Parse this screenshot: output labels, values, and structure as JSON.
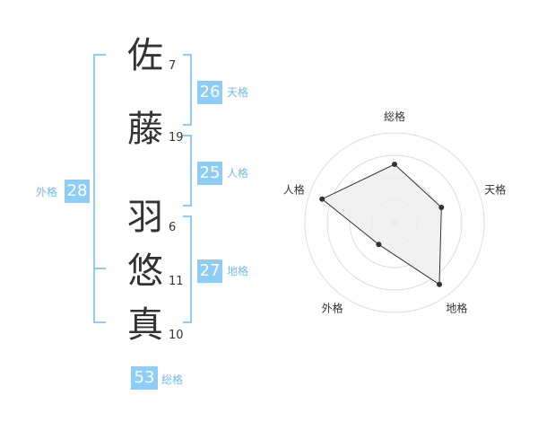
{
  "name": {
    "chars": [
      {
        "char": "佐",
        "strokes": "7"
      },
      {
        "char": "藤",
        "strokes": "19"
      },
      {
        "char": "羽",
        "strokes": "6"
      },
      {
        "char": "悠",
        "strokes": "11"
      },
      {
        "char": "真",
        "strokes": "10"
      }
    ]
  },
  "kakusu": {
    "ten": {
      "value": "26",
      "label": "天格"
    },
    "jin": {
      "value": "25",
      "label": "人格"
    },
    "chi": {
      "value": "27",
      "label": "地格"
    },
    "gai": {
      "value": "28",
      "label": "外格"
    },
    "sou": {
      "value": "53",
      "label": "総格"
    }
  },
  "chart_data": {
    "type": "radar",
    "axes": [
      "総格",
      "天格",
      "地格",
      "外格",
      "人格"
    ],
    "values": [
      0.65,
      0.55,
      0.85,
      0.3,
      0.85
    ],
    "max": 1,
    "rings": 4,
    "colors": {
      "fill": "#eeeeee",
      "stroke": "#333333",
      "ring": "#dddddd",
      "point": "#333333"
    }
  }
}
